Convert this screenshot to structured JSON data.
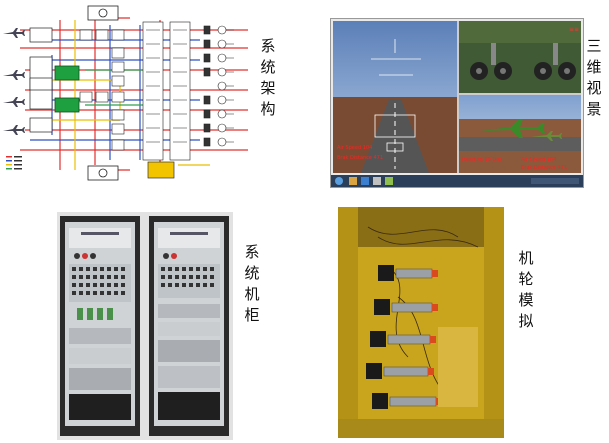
{
  "labels": {
    "arch": [
      "系",
      "统",
      "架",
      "构"
    ],
    "view3d": [
      "三",
      "维",
      "视",
      "景"
    ],
    "cabinet": [
      "系",
      "统",
      "机",
      "柜"
    ],
    "wheel": [
      "机",
      "轮",
      "模",
      "拟"
    ]
  },
  "sim_view": {
    "readouts_left": [
      "Air Speed 104",
      "Brak Distance 471"
    ],
    "readouts_right": [
      "Air Speed 104",
      "Brak Distance 471"
    ],
    "readout_heading": "Heading 19 Deg"
  },
  "colors": {
    "red_line": "#e03030",
    "blue_line": "#3050c0",
    "yellow_line": "#e8c000",
    "green_block": "#1fa040",
    "cabinet_frame": "#2a2a2a",
    "yellow_chassis": "#c9a51e"
  }
}
